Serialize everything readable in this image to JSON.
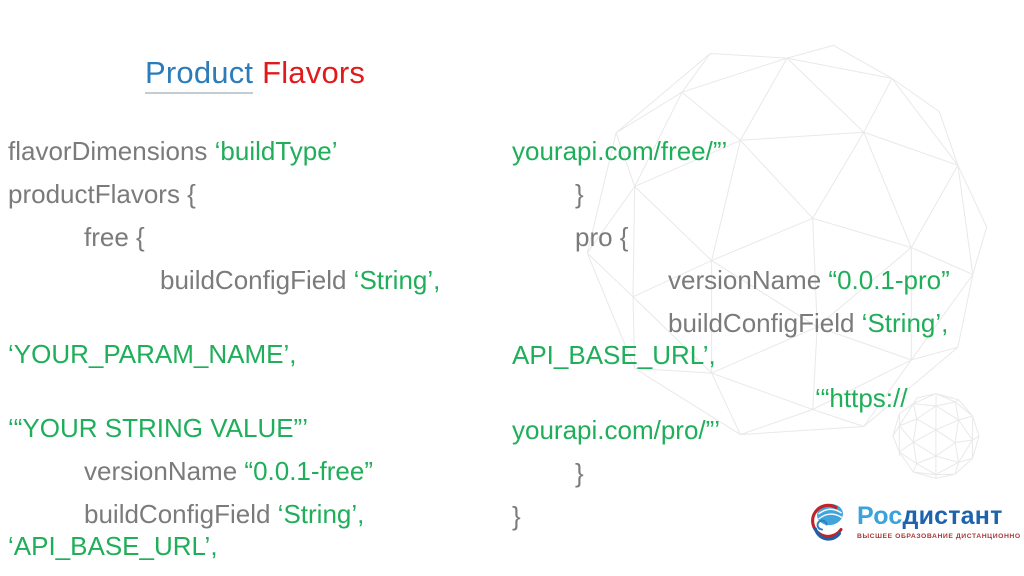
{
  "title": {
    "product": "Product",
    "flavors": "Flavors"
  },
  "code": {
    "left": [
      {
        "indent": 0,
        "gap": "first",
        "segments": [
          {
            "color": "code",
            "text": "flavorDimensions "
          },
          {
            "color": "string",
            "text": "‘buildType’"
          }
        ]
      },
      {
        "indent": 0,
        "gap": "normal",
        "segments": [
          {
            "color": "code",
            "text": "productFlavors {"
          }
        ]
      },
      {
        "indent": 1,
        "gap": "normal",
        "segments": [
          {
            "color": "code",
            "text": "free {"
          }
        ]
      },
      {
        "indent": 2,
        "gap": "normal",
        "segments": [
          {
            "color": "code",
            "text": "buildConfigField "
          },
          {
            "color": "string",
            "text": "‘String’,"
          }
        ]
      },
      {
        "indent": 0,
        "gap": "wide",
        "segments": [
          {
            "color": "string",
            "text": "‘YOUR_PARAM_NAME’,"
          }
        ]
      },
      {
        "indent": 0,
        "gap": "wide",
        "segments": [
          {
            "color": "string",
            "text": "‘“YOUR STRING VALUE”’"
          }
        ]
      },
      {
        "indent": 1,
        "gap": "normal",
        "segments": [
          {
            "color": "code",
            "text": "versionName "
          },
          {
            "color": "string",
            "text": "“0.0.1-free”"
          }
        ]
      },
      {
        "indent": 1,
        "gap": "normal",
        "segments": [
          {
            "color": "code",
            "text": "buildConfigField "
          },
          {
            "color": "string",
            "text": "‘String’,"
          }
        ]
      },
      {
        "indent": 0,
        "gap": "tight",
        "segments": [
          {
            "color": "string",
            "text": "‘API_BASE_URL’,"
          }
        ]
      }
    ],
    "right": [
      {
        "indent": 0,
        "gap": "first",
        "segments": [
          {
            "color": "string",
            "text": "yourapi.com/free/”’"
          }
        ]
      },
      {
        "indent": 1,
        "gap": "normal",
        "segments": [
          {
            "color": "code",
            "text": "}"
          }
        ]
      },
      {
        "indent": 1,
        "gap": "normal",
        "segments": [
          {
            "color": "code",
            "text": "pro {"
          }
        ]
      },
      {
        "indent": 2,
        "gap": "normal",
        "segments": [
          {
            "color": "code",
            "text": "versionName "
          },
          {
            "color": "string",
            "text": "“0.0.1-pro”"
          }
        ]
      },
      {
        "indent": 2,
        "gap": "normal",
        "segments": [
          {
            "color": "code",
            "text": "buildConfigField "
          },
          {
            "color": "string",
            "text": "‘String’,"
          }
        ]
      },
      {
        "indent": 0,
        "gap": "tight",
        "segments": [
          {
            "color": "string",
            "text": "API_BASE_URL’,"
          }
        ]
      },
      {
        "indent": 3,
        "gap": "normal",
        "segments": [
          {
            "color": "string",
            "text": "‘“https://"
          }
        ]
      },
      {
        "indent": 0,
        "gap": "tight",
        "segments": [
          {
            "color": "string",
            "text": "yourapi.com/pro/”’"
          }
        ]
      },
      {
        "indent": 1,
        "gap": "normal",
        "segments": [
          {
            "color": "code",
            "text": "}"
          }
        ]
      },
      {
        "indent": 0,
        "gap": "normal",
        "segments": [
          {
            "color": "code",
            "text": "}"
          }
        ]
      }
    ]
  },
  "logo": {
    "brand_blue": "Рос",
    "brand_dark": "дистант",
    "tagline": "ВЫСШЕЕ ОБРАЗОВАНИЕ ДИСТАНЦИОННО"
  },
  "colors": {
    "title_blue": "#2b7cbb",
    "title_red": "#e01b1b",
    "code_gray": "#7b7b7b",
    "string_green": "#1fae5a",
    "logo_light_blue": "#3aa3dc",
    "logo_dark_blue": "#1e63ad",
    "tagline_red": "#a83838",
    "wireframe_gray": "#e3e2e5"
  }
}
